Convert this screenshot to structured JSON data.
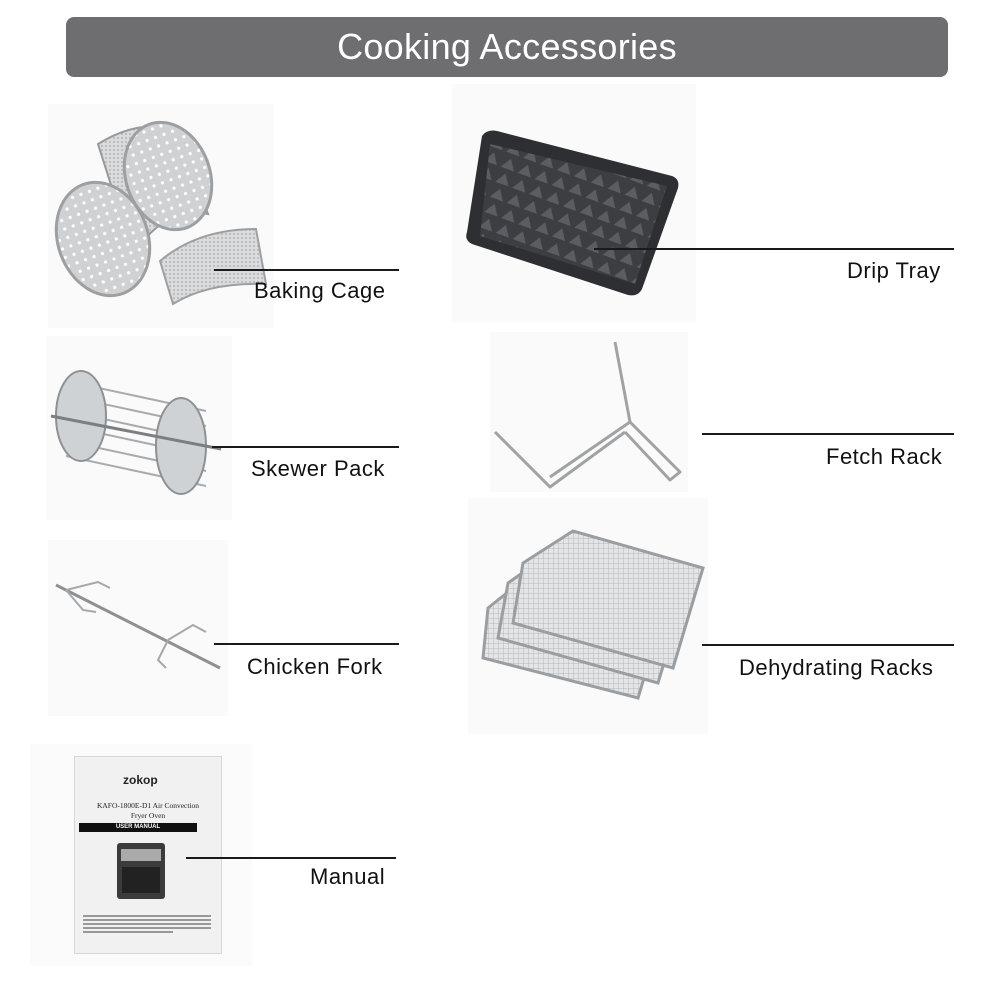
{
  "title": "Cooking Accessories",
  "colors": {
    "banner": "#6e6e70",
    "banner_text": "#ffffff",
    "label_text": "#111111",
    "leader_line": "#1a1a1a",
    "tray": "#3a3b3f",
    "steel": "#c9cbcd"
  },
  "items": [
    {
      "id": "baking-cage",
      "label": "Baking Cage"
    },
    {
      "id": "drip-tray",
      "label": "Drip Tray"
    },
    {
      "id": "skewer-pack",
      "label": "Skewer Pack"
    },
    {
      "id": "fetch-rack",
      "label": "Fetch Rack"
    },
    {
      "id": "chicken-fork",
      "label": "Chicken Fork"
    },
    {
      "id": "dehydrating-racks",
      "label": "Dehydrating Racks"
    },
    {
      "id": "manual",
      "label": "Manual"
    }
  ],
  "manual": {
    "brand": "zokop",
    "model_line1": "KAFO-1800E-D1 Air Convection",
    "model_line2": "Fryer Oven",
    "heading": "USER MANUAL"
  }
}
